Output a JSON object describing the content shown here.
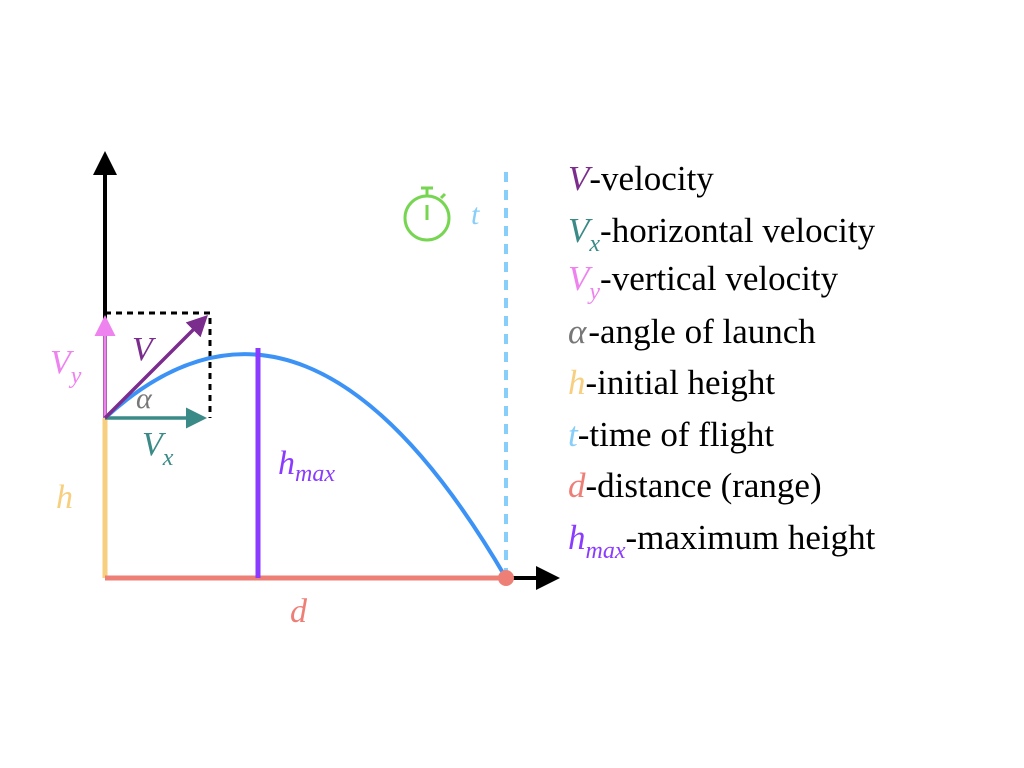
{
  "colors": {
    "velocity": "#7b2d8e",
    "horizontal_velocity": "#3a8a87",
    "vertical_velocity": "#ee82ee",
    "angle": "#777777",
    "initial_height": "#f7cf7f",
    "time": "#87cefa",
    "distance": "#ee7f76",
    "max_height": "#8a3bff",
    "trajectory": "#3c93f5",
    "stopwatch": "#77d651",
    "axes": "#000000"
  },
  "diagram": {
    "labels": {
      "v": "V",
      "vx_main": "V",
      "vx_sub": "x",
      "vy_main": "V",
      "vy_sub": "y",
      "alpha": "α",
      "h": "h",
      "hmax_main": "h",
      "hmax_sub": "max",
      "t": "t",
      "d": "d"
    },
    "icons": [
      "stopwatch-icon"
    ]
  },
  "legend": [
    {
      "sym": "V",
      "sub": "",
      "text": "-velocity"
    },
    {
      "sym": "V",
      "sub": "x",
      "text": "-horizontal velocity"
    },
    {
      "sym": "V",
      "sub": "y",
      "text": "-vertical velocity"
    },
    {
      "sym": "α",
      "sub": "",
      "text": "-angle of launch"
    },
    {
      "sym": "h",
      "sub": "",
      "text": "-initial height"
    },
    {
      "sym": "t",
      "sub": "",
      "text": "-time of flight"
    },
    {
      "sym": "d",
      "sub": "",
      "text": "-distance (range)"
    },
    {
      "sym": "h",
      "sub": "max",
      "text": "-maximum height"
    }
  ]
}
